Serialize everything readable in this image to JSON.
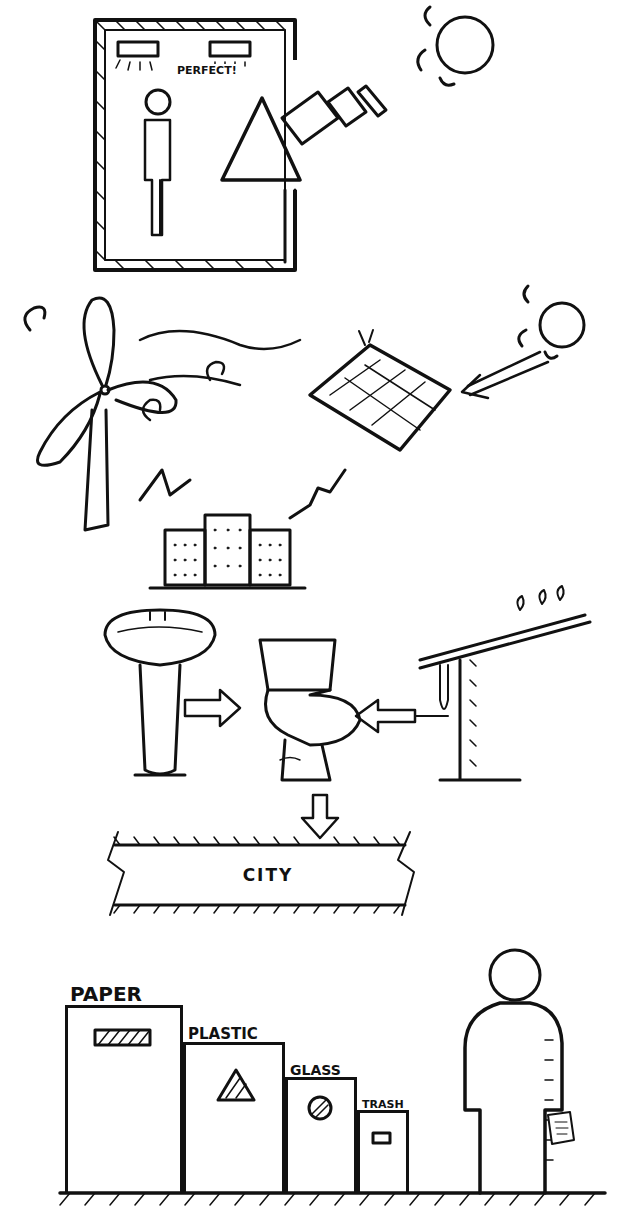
{
  "diagram": {
    "nodes": [
      {
        "text": [
          "CITY"
        ]
      },
      {
        "text": [
          "PAPER"
        ]
      },
      {
        "text": [
          "PLASTIC"
        ]
      },
      {
        "text": [
          "GLASS"
        ]
      },
      {
        "text": [
          "TRASH"
        ]
      }
    ],
    "labels": [
      "PERFECT!"
    ]
  }
}
